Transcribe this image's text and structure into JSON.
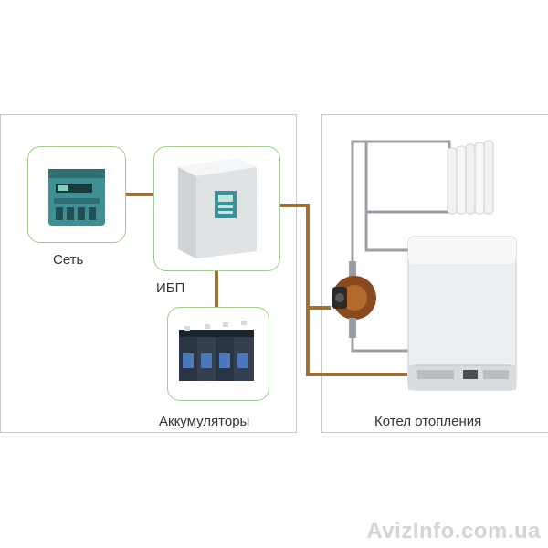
{
  "diagram": {
    "left_panel": {
      "nodes": [
        {
          "id": "grid",
          "label": "Сеть",
          "icon": "electric-meter-icon"
        },
        {
          "id": "ups",
          "label": "ИБП",
          "icon": "ups-cabinet-icon"
        },
        {
          "id": "batteries",
          "label": "Аккумуляторы",
          "icon": "battery-bank-icon"
        }
      ]
    },
    "right_panel": {
      "components": [
        {
          "id": "radiator",
          "icon": "radiator-icon"
        },
        {
          "id": "pump",
          "icon": "circulation-pump-icon"
        },
        {
          "id": "boiler",
          "label": "Котел отопления",
          "icon": "boiler-icon"
        }
      ]
    },
    "connections": [
      {
        "from": "grid",
        "to": "ups"
      },
      {
        "from": "ups",
        "to": "batteries"
      },
      {
        "from": "ups",
        "to": "pump"
      },
      {
        "from": "ups",
        "to": "boiler"
      }
    ],
    "colors": {
      "power_line": "#a0703a",
      "pipe": "#9a9fa4",
      "node_border": "#9ccf8a",
      "panel_border": "#c9c9c9"
    }
  },
  "watermark": "AvizInfo.com.ua"
}
